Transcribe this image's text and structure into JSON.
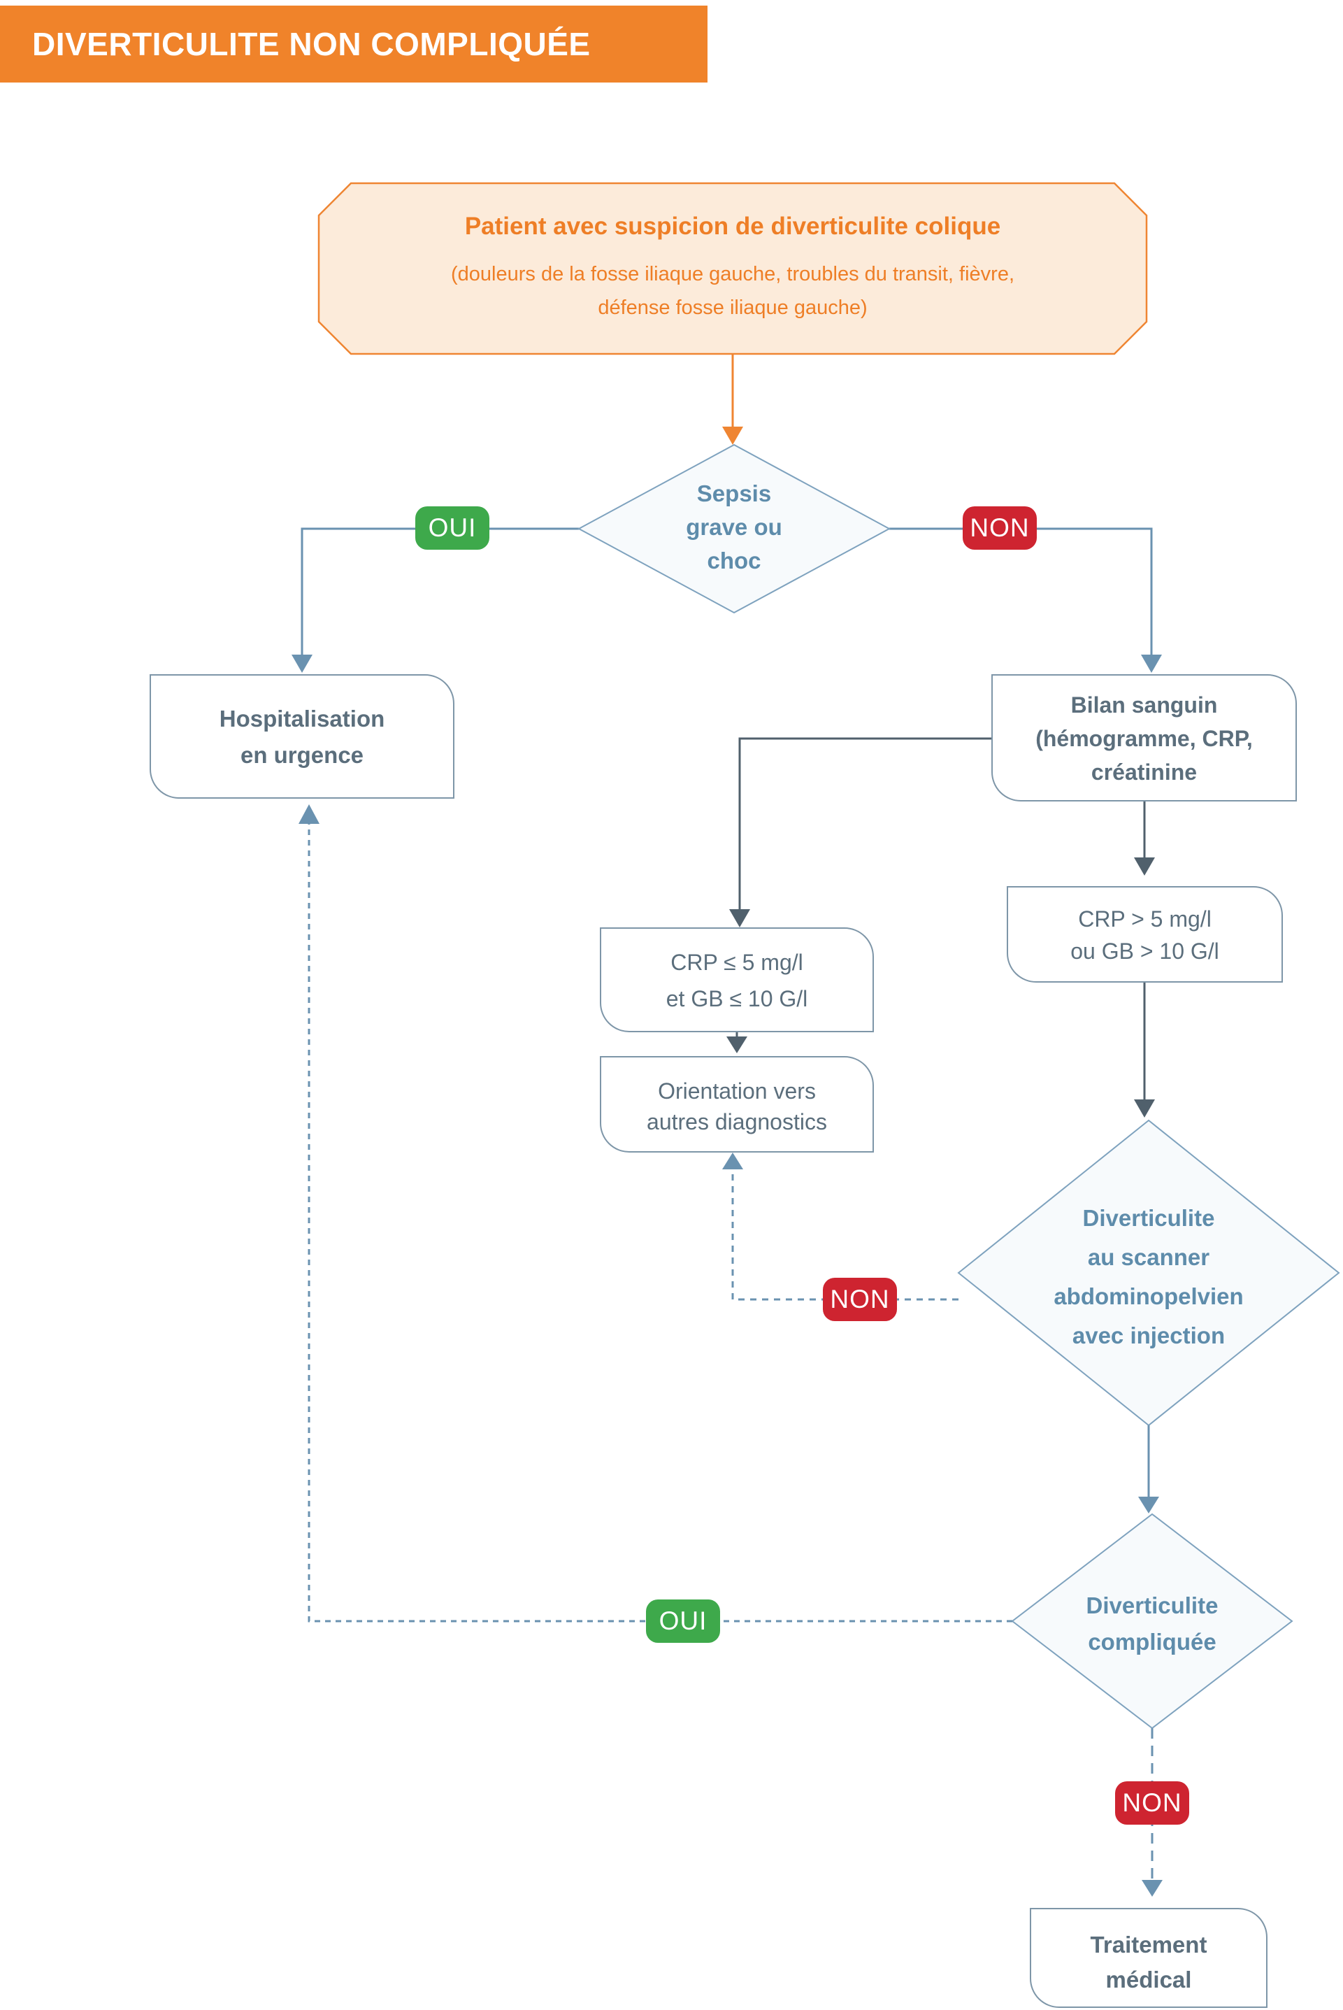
{
  "header": {
    "title": "DIVERTICULITE NON COMPLIQUÉE"
  },
  "colors": {
    "header_bg": "#F0832A",
    "start_fill": "#FCEBDA",
    "start_border": "#EF8532",
    "start_text": "#EE7E26",
    "diamond_fill": "#F7FAFC",
    "diamond_border": "#7EA2BE",
    "diamond_text": "#5E8CAB",
    "box_border": "#7E96A8",
    "box_text": "#5B6E7C",
    "steel_line": "#6A92B0",
    "dark_line": "#50606C",
    "badge_yes": "#3EA94B",
    "badge_no": "#CE2430"
  },
  "nodes": {
    "start": {
      "title": "Patient avec suspicion de diverticulite colique",
      "sub1": "(douleurs de la fosse iliaque gauche, troubles du transit, fièvre,",
      "sub2": "défense fosse iliaque gauche)"
    },
    "sepsis": {
      "l1": "Sepsis",
      "l2": "grave ou",
      "l3": "choc"
    },
    "hospitalisation": {
      "l1": "Hospitalisation",
      "l2": "en urgence"
    },
    "bilan": {
      "l1": "Bilan sanguin",
      "l2": "(hémogramme, CRP,",
      "l3": "créatinine"
    },
    "crp_low": {
      "l1": "CRP ≤ 5 mg/l",
      "l2": "et GB ≤ 10 G/l"
    },
    "crp_high": {
      "l1": "CRP > 5 mg/l",
      "l2": "ou GB > 10 G/l"
    },
    "orientation": {
      "l1": "Orientation vers",
      "l2": "autres diagnostics"
    },
    "scanner": {
      "l1": "Diverticulite",
      "l2": "au scanner",
      "l3": "abdominopelvien",
      "l4": "avec injection"
    },
    "compliquee": {
      "l1": "Diverticulite",
      "l2": "compliquée"
    },
    "traitement": {
      "l1": "Traitement",
      "l2": "médical"
    }
  },
  "badges": {
    "sepsis_oui": "OUI",
    "sepsis_non": "NON",
    "scanner_non": "NON",
    "compliquee_oui": "OUI",
    "compliquee_non": "NON"
  }
}
